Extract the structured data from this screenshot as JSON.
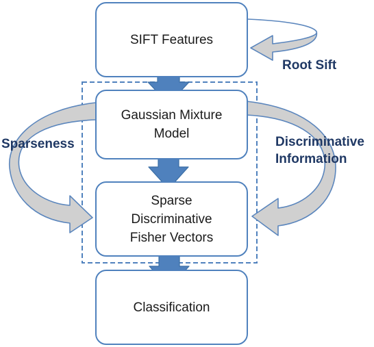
{
  "nodes": [
    {
      "id": "sift",
      "label": "SIFT Features"
    },
    {
      "id": "gmm",
      "label": "Gaussian Mixture\nModel"
    },
    {
      "id": "sdfv",
      "label": "Sparse\nDiscriminative\nFisher Vectors"
    },
    {
      "id": "classification",
      "label": "Classification"
    }
  ],
  "annotations": {
    "root_sift": "Root Sift",
    "sparseness": "Sparseness",
    "discriminative": "Discriminative\nInformation"
  },
  "colors": {
    "box_border": "#4f81bd",
    "arrow_fill": "#4f81bd",
    "arrow_stroke": "#3a6ea5",
    "curve_fill": "#d0d0d0",
    "curve_stroke": "#5b86bd",
    "label_text": "#1f3864"
  }
}
